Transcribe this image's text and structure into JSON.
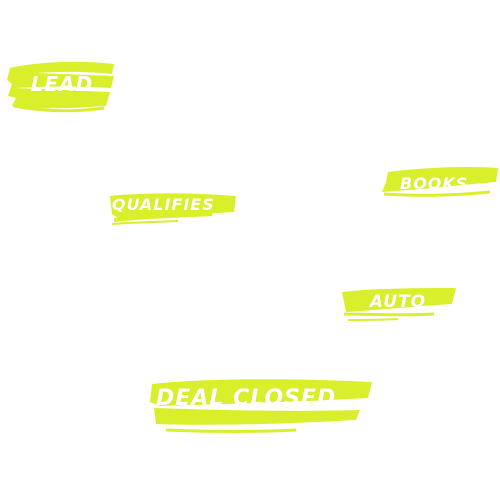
{
  "accent_color": "#d9ef2c",
  "tags": {
    "lead": "LEAD",
    "qualifies": "QUALIFIES",
    "books": "BOOKS",
    "auto": "AUTO",
    "deal_closed": "DEAL CLOSED"
  }
}
